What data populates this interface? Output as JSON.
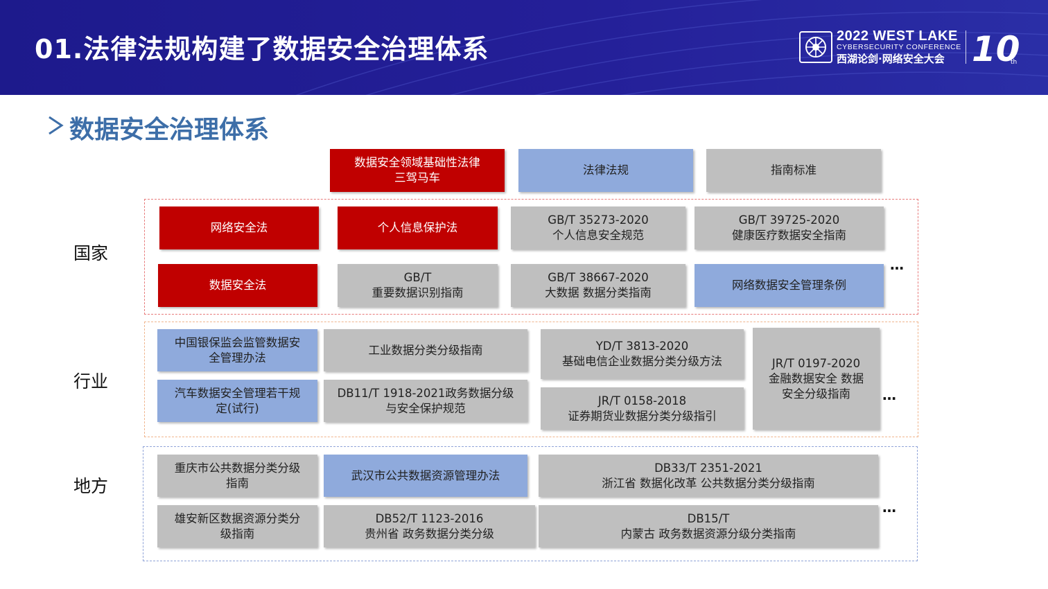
{
  "header": {
    "title": "01.法律法规构建了数据安全治理体系",
    "logo": {
      "line1": "2022 WEST LAKE",
      "line2": "CYBERSECURITY CONFERENCE",
      "line3": "西湖论剑·网络安全大会",
      "anniversary": "10",
      "anniversary_suffix": "th"
    }
  },
  "subtitle": "数据安全治理体系",
  "legend": {
    "red": "数据安全领域基础性法律\n三驾马车",
    "blue": "法律法规",
    "gray": "指南标准"
  },
  "rows": {
    "national": "国家",
    "industry": "行业",
    "local": "地方"
  },
  "national": {
    "b1": "网络安全法",
    "b2": "个人信息保护法",
    "b3": "GB/T 35273-2020\n个人信息安全规范",
    "b4": "GB/T 39725-2020\n健康医疗数据安全指南",
    "b5": "数据安全法",
    "b6": "GB/T\n重要数据识别指南",
    "b7": "GB/T 38667-2020\n大数据 数据分类指南",
    "b8": "网络数据安全管理条例"
  },
  "industry": {
    "b1": "中国银保监会监管数据安\n全管理办法",
    "b2": "工业数据分类分级指南",
    "b3": "YD/T 3813-2020\n基础电信企业数据分类分级方法",
    "b4": "JR/T 0197-2020\n金融数据安全 数据\n安全分级指南",
    "b5": "汽车数据安全管理若干规\n定(试行)",
    "b6": "DB11/T 1918-2021政务数据分级\n与安全保护规范",
    "b7": "JR/T 0158-2018\n证券期货业数据分类分级指引"
  },
  "local": {
    "b1": "重庆市公共数据分类分级\n指南",
    "b2": "武汉市公共数据资源管理办法",
    "b3": "DB33/T 2351-2021\n浙江省 数据化改革 公共数据分类分级指南",
    "b4": "雄安新区数据资源分类分\n级指南",
    "b5": "DB52/T 1123-2016\n贵州省 政务数据分类分级",
    "b6": "DB15/T\n内蒙古 政务数据资源分级分类指南"
  },
  "ellipsis": "…",
  "colors": {
    "header_bg": "#241f98",
    "red": "#c00000",
    "blue": "#8faadc",
    "gray": "#bfbfbf",
    "subtitle": "#3d6ea8"
  }
}
